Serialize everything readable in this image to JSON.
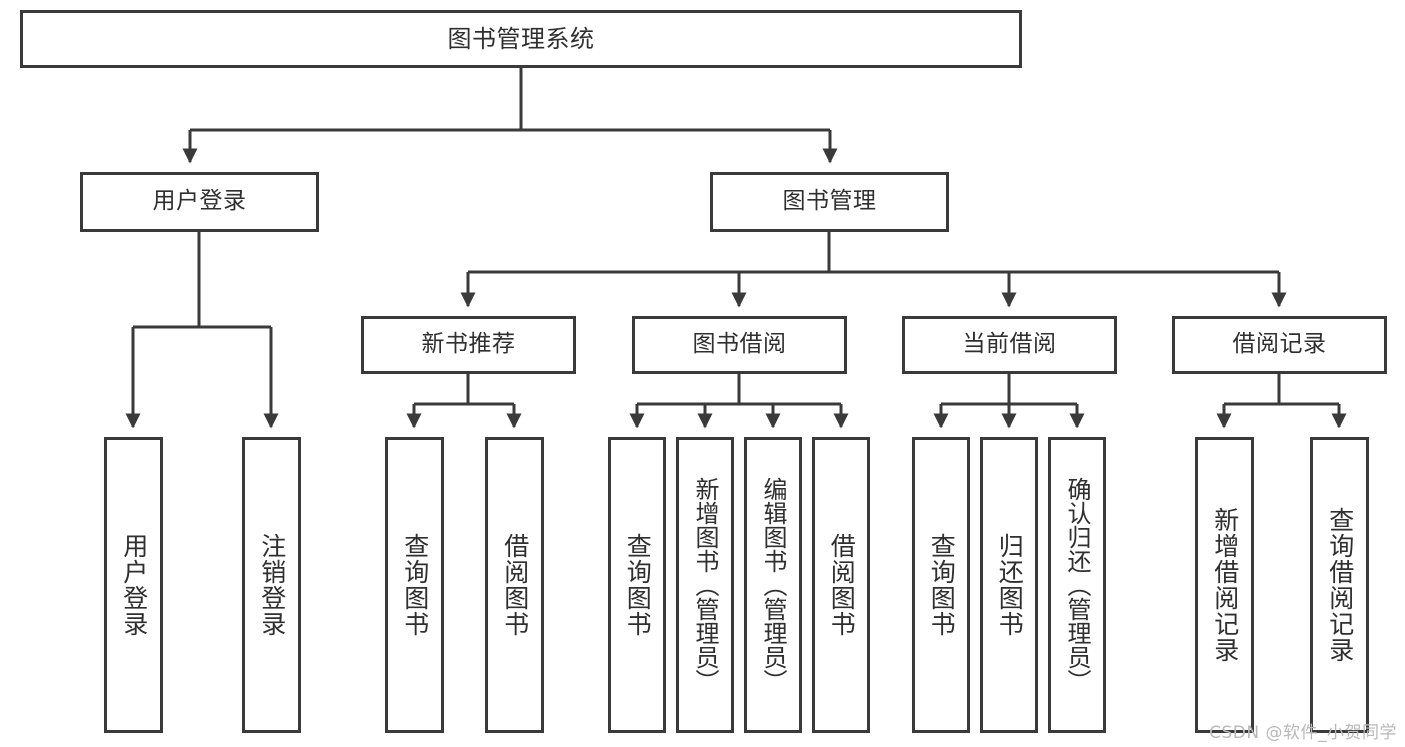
{
  "diagram": {
    "title": "图书管理系统",
    "type": "hierarchy-tree",
    "colors": {
      "stroke": "#3a3a3a",
      "text": "#2f2f2f",
      "background": "#ffffff",
      "watermark": "#b9b9b9"
    },
    "root": {
      "label": "图书管理系统"
    },
    "level2": [
      {
        "label": "用户登录"
      },
      {
        "label": "图书管理"
      }
    ],
    "level3": [
      {
        "label": "新书推荐"
      },
      {
        "label": "图书借阅"
      },
      {
        "label": "当前借阅"
      },
      {
        "label": "借阅记录"
      }
    ],
    "leaves": {
      "user_login": [
        {
          "label": "用户登录"
        },
        {
          "label": "注销登录"
        }
      ],
      "new_book_recommend": [
        {
          "label": "查询图书"
        },
        {
          "label": "借阅图书"
        }
      ],
      "book_borrow": [
        {
          "label": "查询图书"
        },
        {
          "label": "新增图书（管理员）"
        },
        {
          "label": "编辑图书（管理员）"
        },
        {
          "label": "借阅图书"
        }
      ],
      "current_borrow": [
        {
          "label": "查询图书"
        },
        {
          "label": "归还图书"
        },
        {
          "label": "确认归还（管理员）"
        }
      ],
      "borrow_record": [
        {
          "label": "新增借阅记录"
        },
        {
          "label": "查询借阅记录"
        }
      ]
    }
  },
  "watermark": {
    "text": "CSDN @软件_小贺同学"
  }
}
